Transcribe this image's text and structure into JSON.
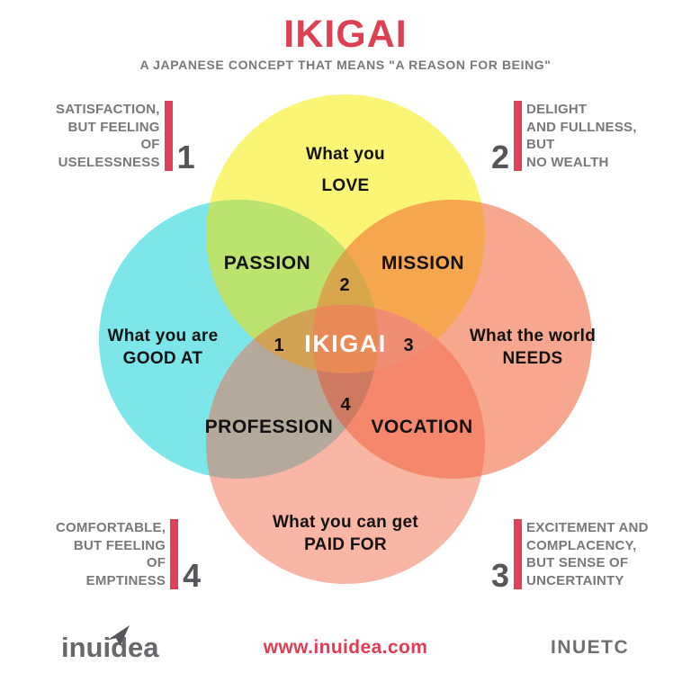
{
  "header": {
    "title": "IKIGAI",
    "subtitle": "A JAPANESE CONCEPT THAT MEANS \"A REASON FOR BEING\""
  },
  "venn": {
    "circle_love": {
      "line1": "What you",
      "line2": "LOVE",
      "color": "#FAF575"
    },
    "circle_good_at": {
      "line1": "What you are",
      "line2": "GOOD AT",
      "color": "#7CE6EA"
    },
    "circle_needs": {
      "line1": "What the world",
      "line2": "NEEDS",
      "color": "#F6A78E"
    },
    "circle_paid_for": {
      "line1": "What you can get",
      "line2": "PAID FOR",
      "color": "#F9B6A5"
    },
    "overlap_passion": {
      "label": "PASSION",
      "color": "#BCE36E"
    },
    "overlap_mission": {
      "label": "MISSION",
      "color": "#F5A64F"
    },
    "overlap_profession": {
      "label": "PROFESSION",
      "color": "#B5A99B"
    },
    "overlap_vocation": {
      "label": "VOCATION",
      "color": "#F5886C"
    },
    "petal_1": {
      "label": "1",
      "color": "#D3A355"
    },
    "petal_2": {
      "label": "2",
      "color": "#D9A74B"
    },
    "petal_3": {
      "label": "3",
      "color": "#EF8E73"
    },
    "petal_4": {
      "label": "4",
      "color": "#CE7A62"
    },
    "center": {
      "label": "IKIGAI",
      "color": "#E98955",
      "text_color": "#FFFFFF"
    }
  },
  "annotations": {
    "top_left": {
      "number": "1",
      "lines": [
        "SATISFACTION,",
        "BUT FEELING",
        "OF",
        "USELESSNESS"
      ]
    },
    "top_right": {
      "number": "2",
      "lines": [
        "DELIGHT",
        "AND FULLNESS,",
        "BUT",
        "NO WEALTH"
      ]
    },
    "bottom_left": {
      "number": "4",
      "lines": [
        "COMFORTABLE,",
        "BUT FEELING",
        "OF",
        "EMPTINESS"
      ]
    },
    "bottom_right": {
      "number": "3",
      "lines": [
        "EXCITEMENT AND",
        "COMPLACENCY,",
        "BUT SENSE OF",
        "UNCERTAINTY"
      ]
    },
    "bar_color": "#E0405A",
    "text_color": "#77787B",
    "number_color": "#55565A"
  },
  "footer": {
    "logo_text": "inuidea",
    "website": "www.inuidea.com",
    "brand": "INUETC",
    "website_color": "#E23B54",
    "logo_color": "#67686B"
  },
  "accent_red": "#DE4053"
}
